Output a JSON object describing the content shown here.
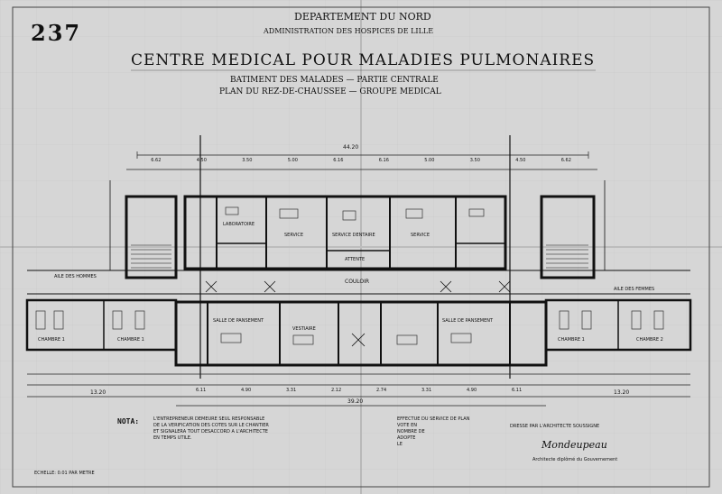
{
  "stamp_number": "237",
  "header": {
    "department": "DEPARTEMENT DU NORD",
    "administration": "ADMINISTRATION DES HOSPICES DE LILLE"
  },
  "title": "CENTRE MEDICAL POUR MALADIES PULMONAIRES",
  "subtitle": {
    "line1": "BATIMENT DES MALADES — PARTIE CENTRALE",
    "line2": "PLAN DU REZ-DE-CHAUSSEE — GROUPE MEDICAL"
  },
  "dimensions": {
    "overall_top": "44.20",
    "overall_bottom": "39.20",
    "left_wing": "13.20",
    "right_wing": "13.20",
    "top_chain": [
      "6.62",
      "4.50",
      "3.50",
      "5.00",
      "6.16",
      "6.16",
      "5.00",
      "3.50",
      "4.50",
      "6.62"
    ],
    "bottom_chain": [
      "6.11",
      "4.90",
      "3.31",
      "2.12",
      "2.74",
      "3.31",
      "4.90",
      "6.11"
    ]
  },
  "rooms": {
    "laboratoire": "LABORATOIRE",
    "service_left": "SERVICE",
    "service_center": "SERVICE DENTAIRE",
    "service_right": "SERVICE",
    "attente": "ATTENTE",
    "couloir": "COULOIR",
    "salle_pansement_left": "SALLE DE PANSEMENT",
    "salle_pansement_right": "SALLE DE PANSEMENT",
    "chambre_left_1": "CHAMBRE 1",
    "chambre_left_2": "CHAMBRE 1",
    "chambre_right_1": "CHAMBRE 1",
    "chambre_right_2": "CHAMBRE 2",
    "vestiaire": "VESTIAIRE",
    "aile_hommes": "AILE DES HOMMES",
    "aile_femmes": "AILE DES FEMMES"
  },
  "nota": {
    "label": "NOTA:",
    "lines": [
      "L'ENTREPRENEUR DEMEURE SEUL RESPONSABLE",
      "DE LA VERIFICATION DES COTES SUR LE CHANTIER",
      "ET SIGNALERA TOUT DESACCORD A L'ARCHITECTE",
      "EN TEMPS UTILE."
    ]
  },
  "echelle": "ECHELLE: 0.01 PAR METRE",
  "signature_block": {
    "dresse_par": "DRESSE PAR L'ARCHITECTE SOUSSIGNE",
    "name": "Mondeupeau",
    "title": "Architecte diplômé du Gouvernement"
  },
  "center_note": [
    "EFFECTUE DU SERVICE DE PLAN",
    "VOTE EN",
    "NOMBRE DE",
    "ADOPTE",
    "LE"
  ]
}
